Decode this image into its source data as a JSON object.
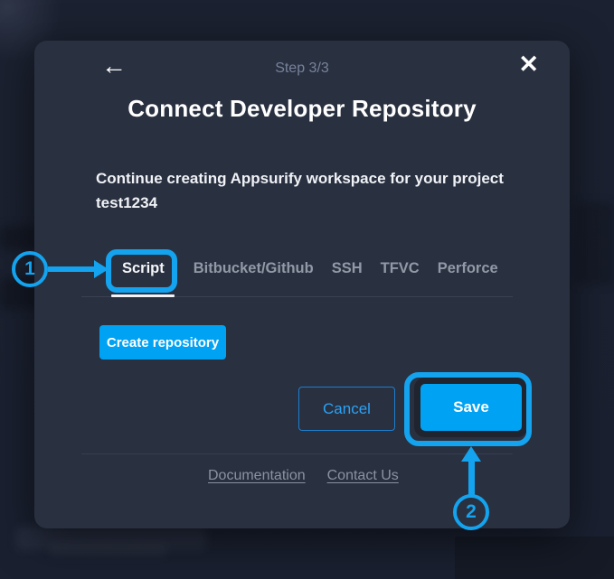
{
  "modal": {
    "header": {
      "back_icon": "←",
      "step_label": "Step 3/3",
      "close_icon": "✕"
    },
    "title": "Connect Developer Repository",
    "description": "Continue creating Appsurify workspace for your project test1234",
    "tabs": [
      {
        "label": "Script",
        "active": true
      },
      {
        "label": "Bitbucket/Github",
        "active": false
      },
      {
        "label": "SSH",
        "active": false
      },
      {
        "label": "TFVC",
        "active": false
      },
      {
        "label": "Perforce",
        "active": false
      }
    ],
    "buttons": {
      "create_repository": "Create repository",
      "cancel": "Cancel",
      "save": "Save"
    },
    "footer_links": [
      {
        "label": "Documentation"
      },
      {
        "label": "Contact Us"
      }
    ]
  },
  "annotations": {
    "step1_number": "1",
    "step2_number": "2",
    "highlight_color": "#14a3ee"
  },
  "colors": {
    "page_bg": "#1b2130",
    "modal_bg": "#293040",
    "primary_button": "#00a2f3",
    "step_label": "#76839b",
    "inactive_tab": "#9299a6"
  }
}
